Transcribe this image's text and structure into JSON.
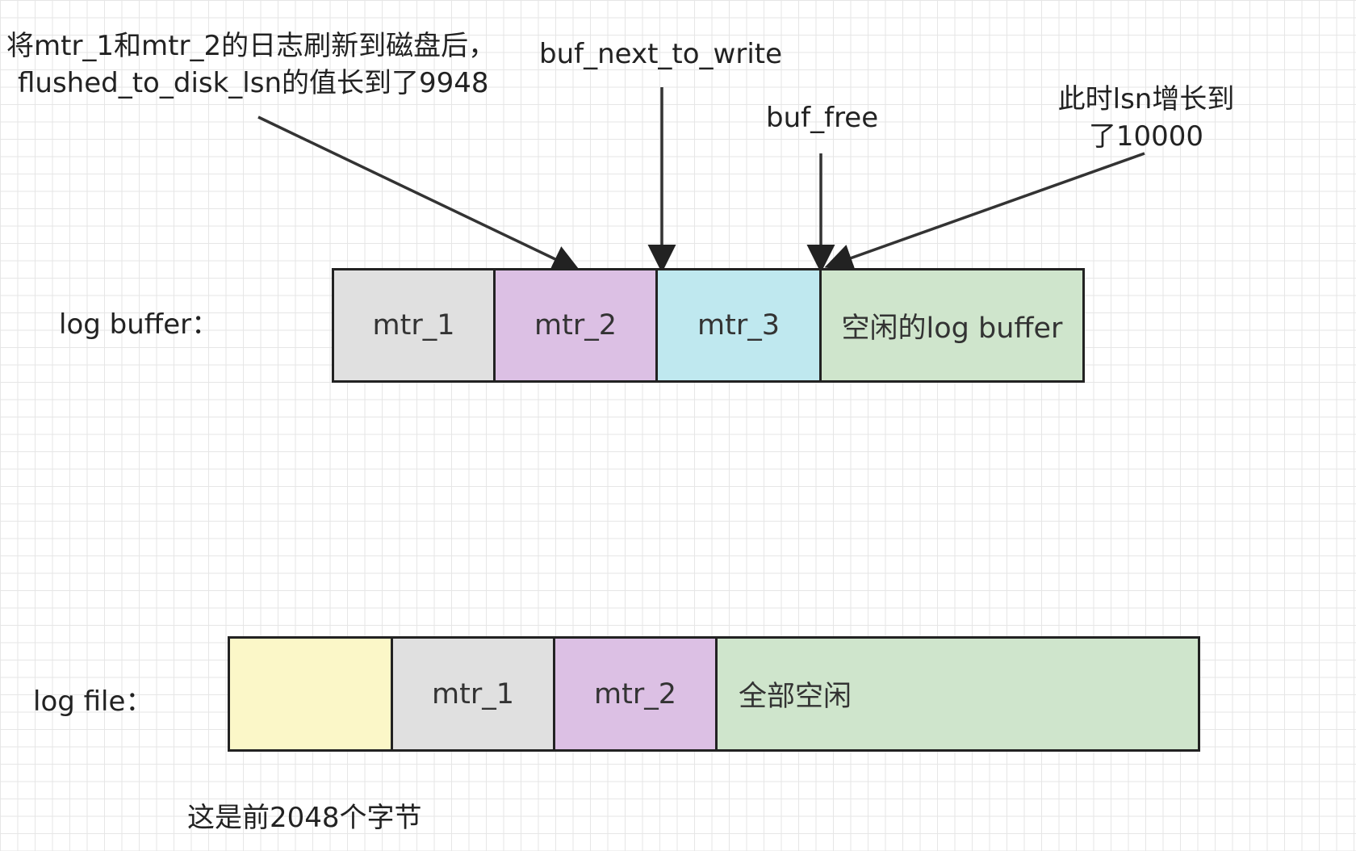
{
  "colors": {
    "mtr_1": "#e0e0e0",
    "mtr_2": "#dcc0e4",
    "mtr_3": "#bfe8ef",
    "free": "#cfe5cc",
    "header_block": "#fbf7c8",
    "stroke": "#222222",
    "grid": "#e6e6e6"
  },
  "annotations": {
    "flushed_line1": "将mtr_1和mtr_2的日志刷新到磁盘后，",
    "flushed_line2": "flushed_to_disk_lsn的值长到了9948",
    "buf_next_to_write": "buf_next_to_write",
    "buf_free": "buf_free",
    "lsn_line1": "此时lsn增长到",
    "lsn_line2": "了10000"
  },
  "log_buffer": {
    "label": "log buffer：",
    "blocks": [
      "mtr_1",
      "mtr_2",
      "mtr_3",
      "空闲的log buffer"
    ]
  },
  "log_file": {
    "label": "log file：",
    "blocks": [
      "",
      "mtr_1",
      "mtr_2",
      "全部空闲"
    ],
    "caption": "这是前2048个字节"
  }
}
